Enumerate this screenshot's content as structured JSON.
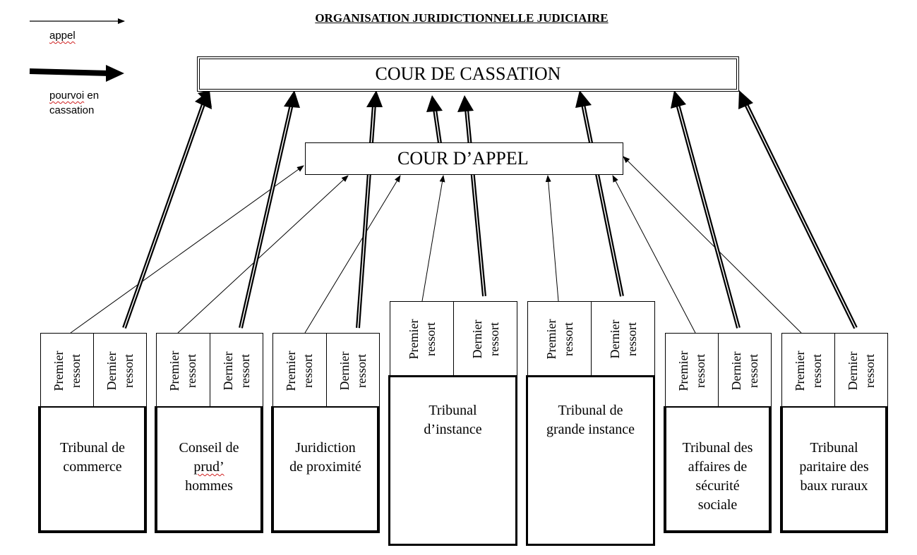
{
  "title": "ORGANISATION JURIDICTIONNELLE JUDICIAIRE",
  "legend": {
    "appel": "appel",
    "pourvoi_line1": "pourvoi",
    "pourvoi_line1_rest": " en",
    "pourvoi_line2": "cassation"
  },
  "cour_cassation": "COUR DE CASSATION",
  "cour_appel": "COUR D’APPEL",
  "ressort": {
    "premier": [
      "Premier",
      "ressort"
    ],
    "dernier": [
      "Dernier",
      "ressort"
    ]
  },
  "courts": [
    {
      "name": [
        "Tribunal de",
        "commerce"
      ]
    },
    {
      "name": [
        "Conseil de",
        "prud’",
        "hommes"
      ]
    },
    {
      "name": [
        "Juridiction",
        "de proximité"
      ]
    },
    {
      "name": [
        "Tribunal",
        "d’instance"
      ]
    },
    {
      "name": [
        "Tribunal de",
        "grande instance"
      ]
    },
    {
      "name": [
        "Tribunal des",
        "affaires de",
        "sécurité",
        "sociale"
      ]
    },
    {
      "name": [
        "Tribunal",
        "paritaire des",
        "baux ruraux"
      ]
    }
  ]
}
